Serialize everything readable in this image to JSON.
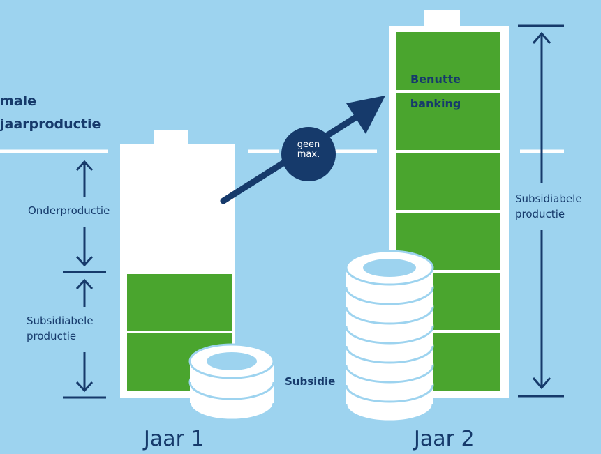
{
  "labels": {
    "max_line_1": "male",
    "max_line_2": "jaarproductie",
    "onderproductie": "Onderproductie",
    "subsidiabel_left_1": "Subsidiabele",
    "subsidiabel_left_2": "productie",
    "subsidiabel_right_1": "Subsidiabele",
    "subsidiabel_right_2": "productie",
    "benutte_1": "Benutte",
    "benutte_2": "banking",
    "geen_1": "geen",
    "geen_2": "max.",
    "subsidie": "Subsidie",
    "jaar1": "Jaar 1",
    "jaar2": "Jaar 2"
  },
  "colors": {
    "background": "#9dd3ef",
    "navy": "#163a6b",
    "green": "#4aa52e",
    "white": "#ffffff",
    "coin_inner": "#9dd3ef"
  },
  "icons": [
    "arrow-icon",
    "coin-stack-icon",
    "euro-icon",
    "battery-icon"
  ]
}
